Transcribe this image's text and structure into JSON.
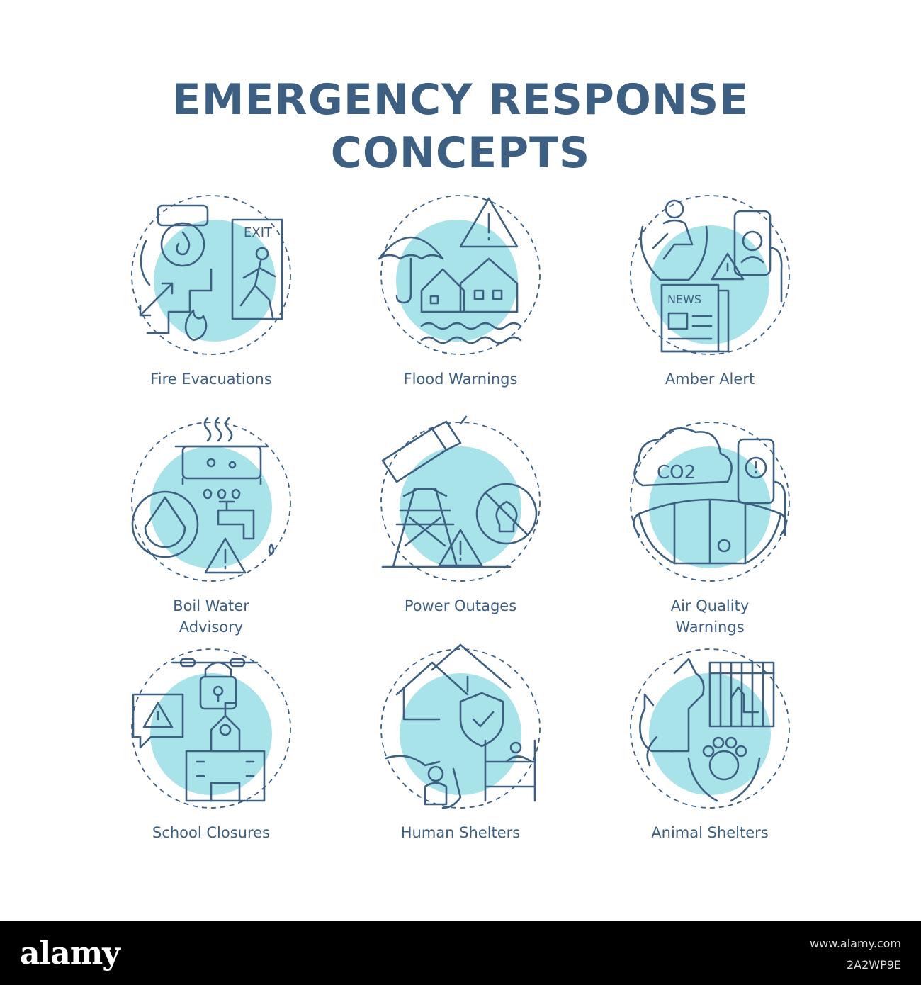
{
  "title": {
    "line1": "EMERGENCY RESPONSE",
    "line2": "CONCEPTS"
  },
  "colors": {
    "ink": "#3d5f82",
    "accent": "#a7e3e9",
    "background": "#ffffff",
    "bar": "#000000"
  },
  "icons": [
    {
      "label": "Fire Evacuations",
      "icon": "fire-exit-icon",
      "sign_text": "EXIT"
    },
    {
      "label": "Flood Warnings",
      "icon": "flood-umbrella-icon"
    },
    {
      "label": "Amber Alert",
      "icon": "child-alert-icon",
      "sign_text": "NEWS"
    },
    {
      "label": "Boil Water Advisory",
      "icon": "boiling-pot-icon"
    },
    {
      "label": "Power Outages",
      "icon": "power-tower-icon"
    },
    {
      "label": "Air Quality Warnings",
      "icon": "co2-mask-icon",
      "sign_text": "CO2"
    },
    {
      "label": "School Closures",
      "icon": "school-lock-icon"
    },
    {
      "label": "Human Shelters",
      "icon": "shelter-house-icon"
    },
    {
      "label": "Animal Shelters",
      "icon": "pet-paw-icon"
    }
  ],
  "footer": {
    "brand": "alamy",
    "image_id": "2A2WP9E",
    "watermark": "www.alamy.com"
  }
}
